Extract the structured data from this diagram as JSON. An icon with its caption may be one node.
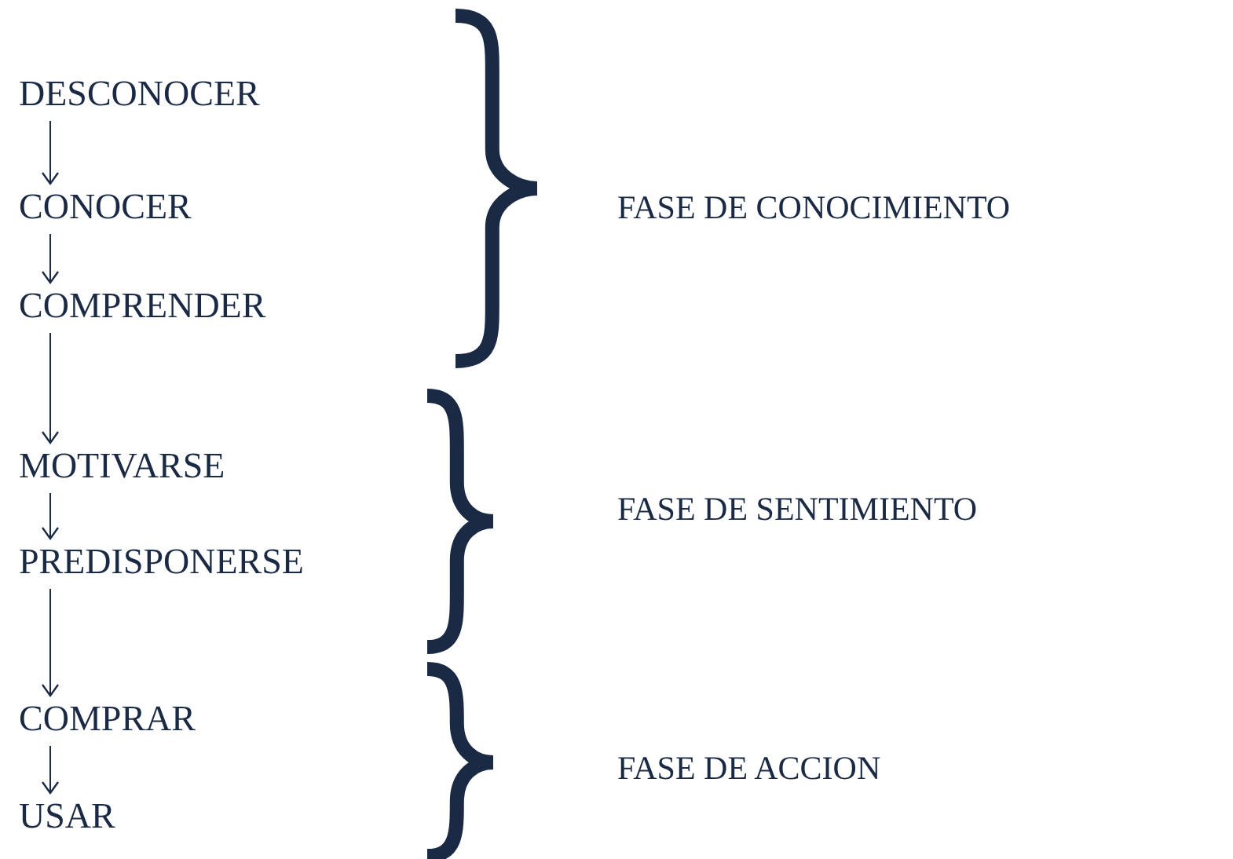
{
  "diagram": {
    "nodes": [
      {
        "text": [
          "DESCONOCER"
        ]
      },
      {
        "text": [
          "CONOCER"
        ]
      },
      {
        "text": [
          "COMPRENDER"
        ]
      },
      {
        "text": [
          "MOTIVARSE"
        ]
      },
      {
        "text": [
          "PREDISPONERSE"
        ]
      },
      {
        "text": [
          "COMPRAR"
        ]
      },
      {
        "text": [
          "USAR"
        ]
      }
    ],
    "edges": [
      {
        "from": 0,
        "to": 1,
        "arrow": "to"
      },
      {
        "from": 1,
        "to": 2,
        "arrow": "to"
      },
      {
        "from": 2,
        "to": 3,
        "arrow": "to"
      },
      {
        "from": 3,
        "to": 4,
        "arrow": "to"
      },
      {
        "from": 4,
        "to": 5,
        "arrow": "to"
      },
      {
        "from": 5,
        "to": 6,
        "arrow": "to"
      }
    ],
    "labels": [
      "FASE DE CONOCIMIENTO",
      "FASE DE SENTIMIENTO",
      "FASE DE ACCION"
    ]
  }
}
